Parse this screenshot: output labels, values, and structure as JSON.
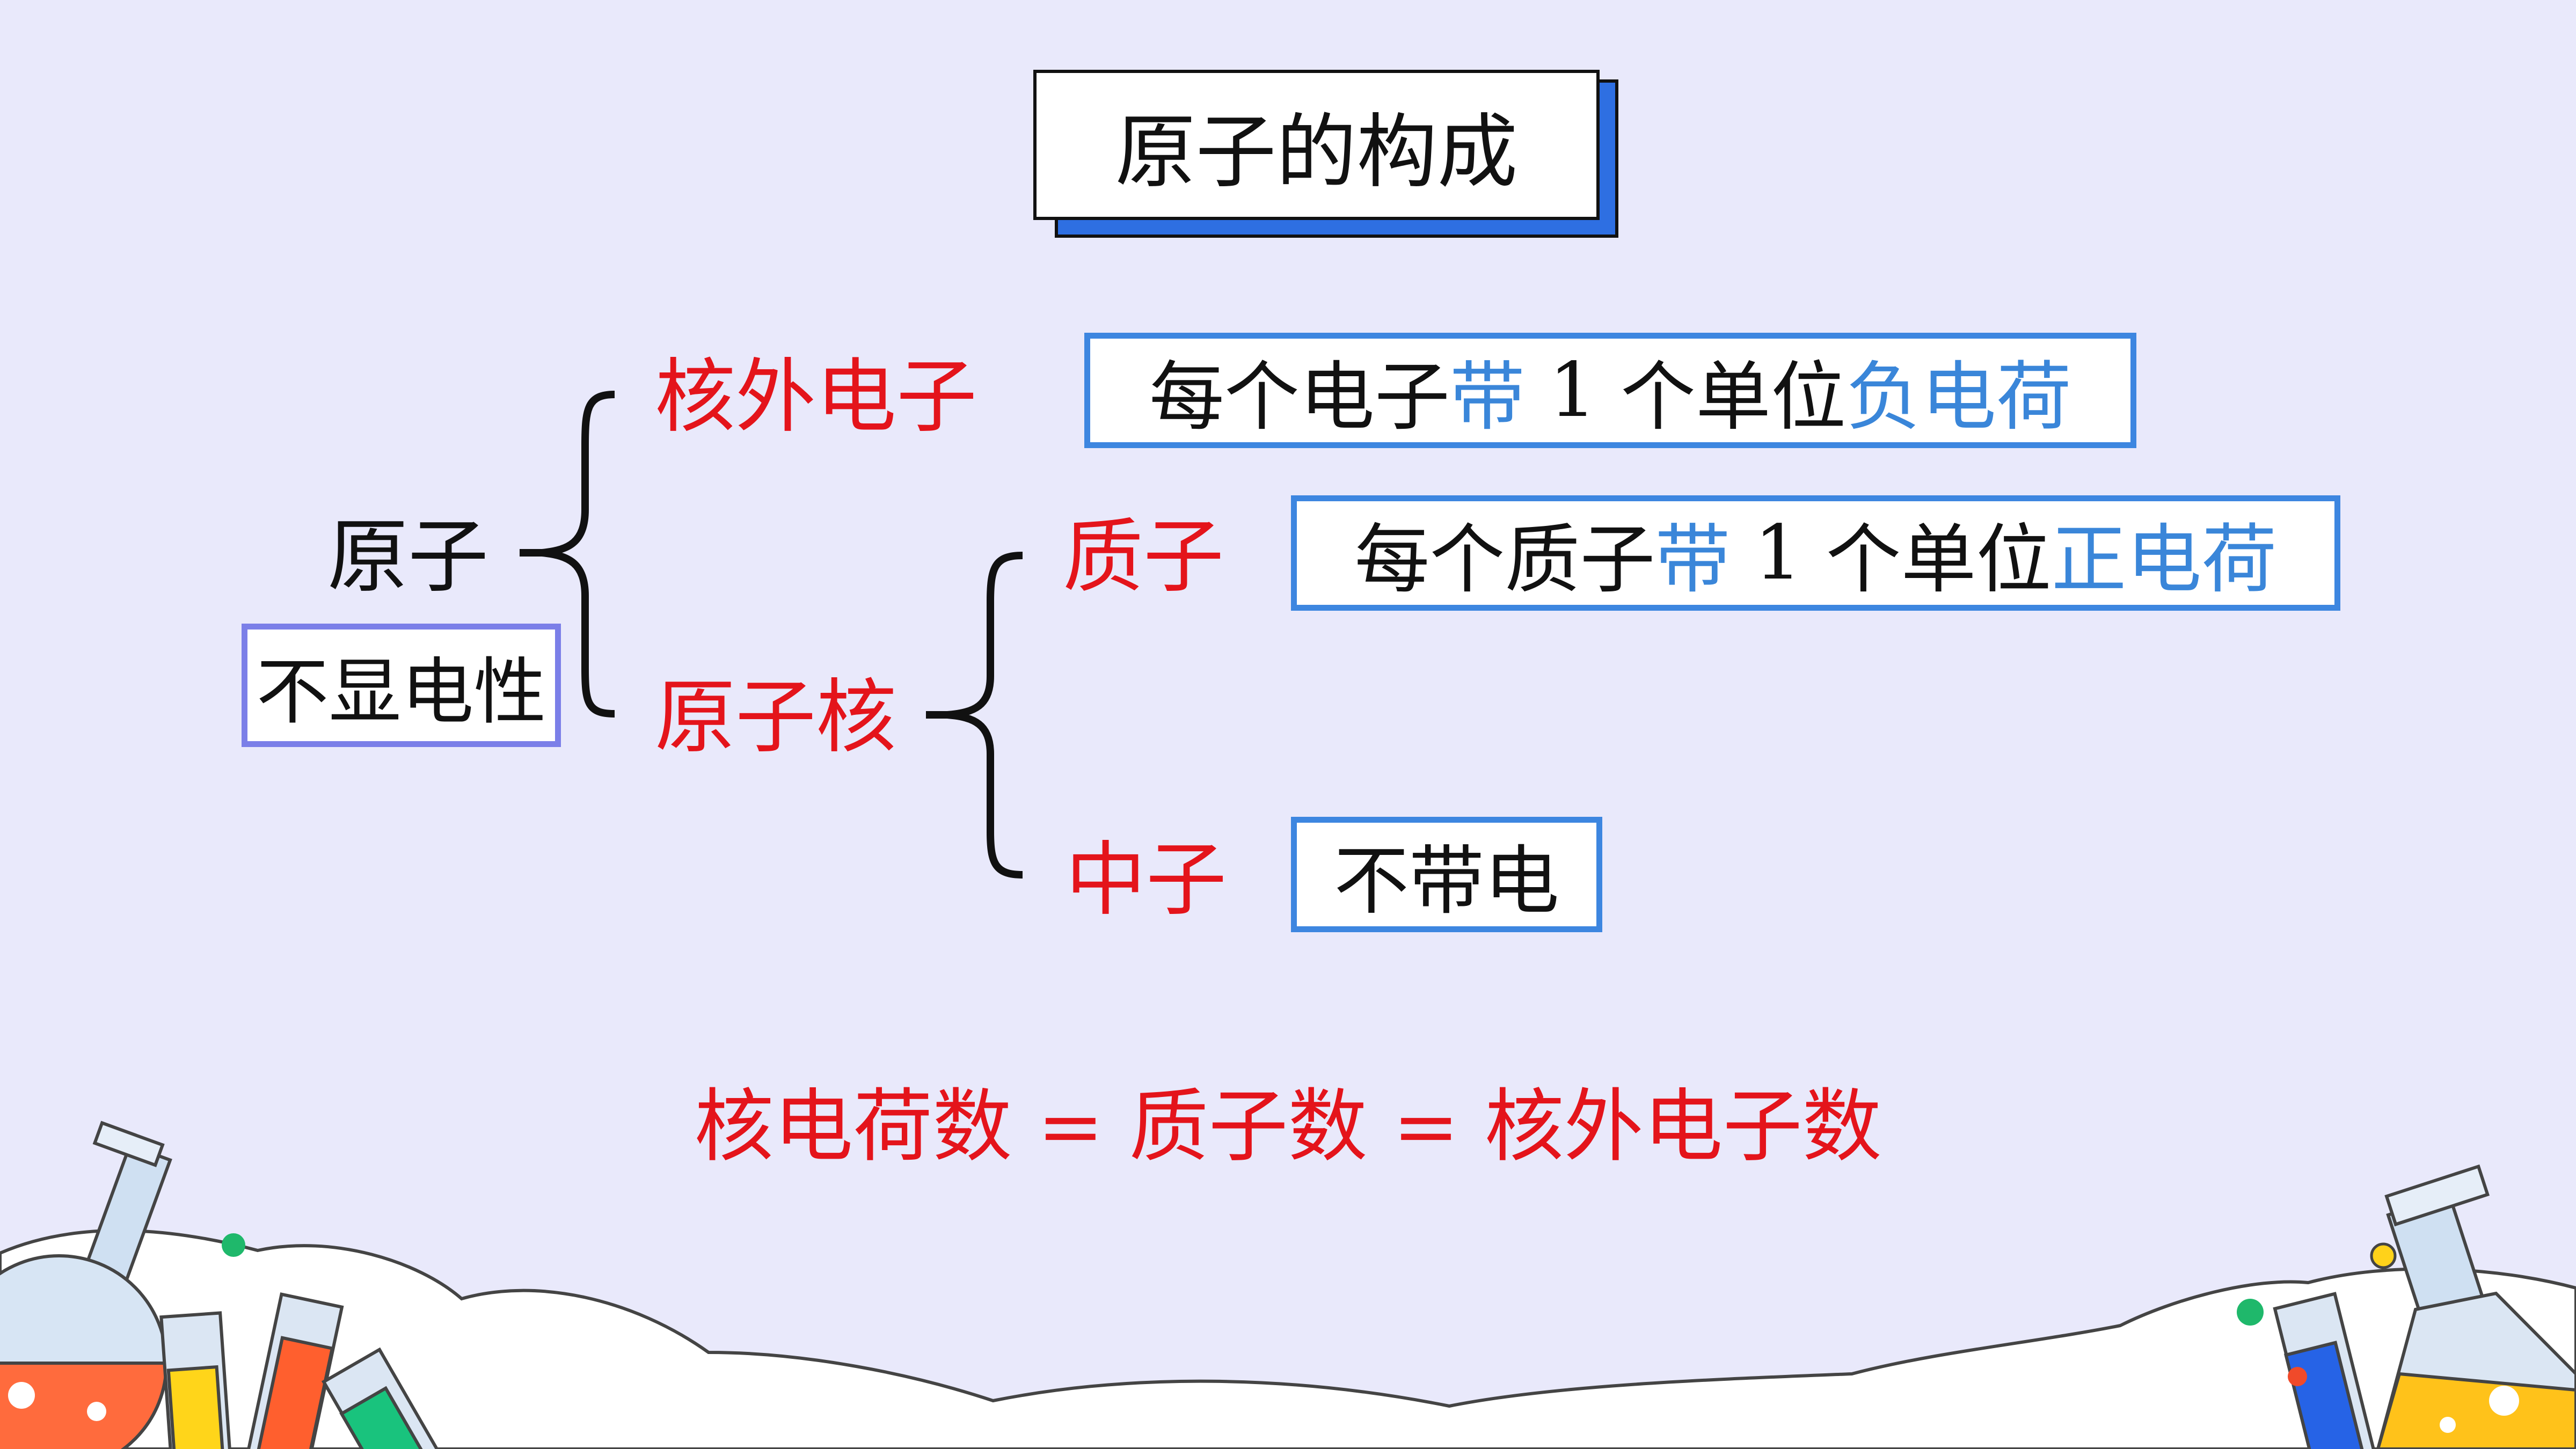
{
  "title": "原子的构成",
  "atom": {
    "label": "原子",
    "note": "不显电性"
  },
  "electron": {
    "label": "核外电子",
    "desc_black": "每个电子",
    "desc_blue1": "带",
    "desc_num": "1",
    "desc_mid": "个单位",
    "desc_blue2": "负电荷"
  },
  "nucleus": {
    "label": "原子核"
  },
  "proton": {
    "label": "质子",
    "desc_black": "每个质子",
    "desc_blue1": "带",
    "desc_num": "1",
    "desc_mid": "个单位",
    "desc_blue2": "正电荷"
  },
  "neutron": {
    "label": "中子",
    "desc": "不带电"
  },
  "equation": "核电荷数 = 质子数 = 核外电子数",
  "colors": {
    "background": "#e9e9fb",
    "red": "#e4141b",
    "blue_text": "#3a86d9",
    "box_border": "#3d86e0",
    "note_border": "#7b7fe8",
    "title_shadow": "#2e6fe2"
  }
}
